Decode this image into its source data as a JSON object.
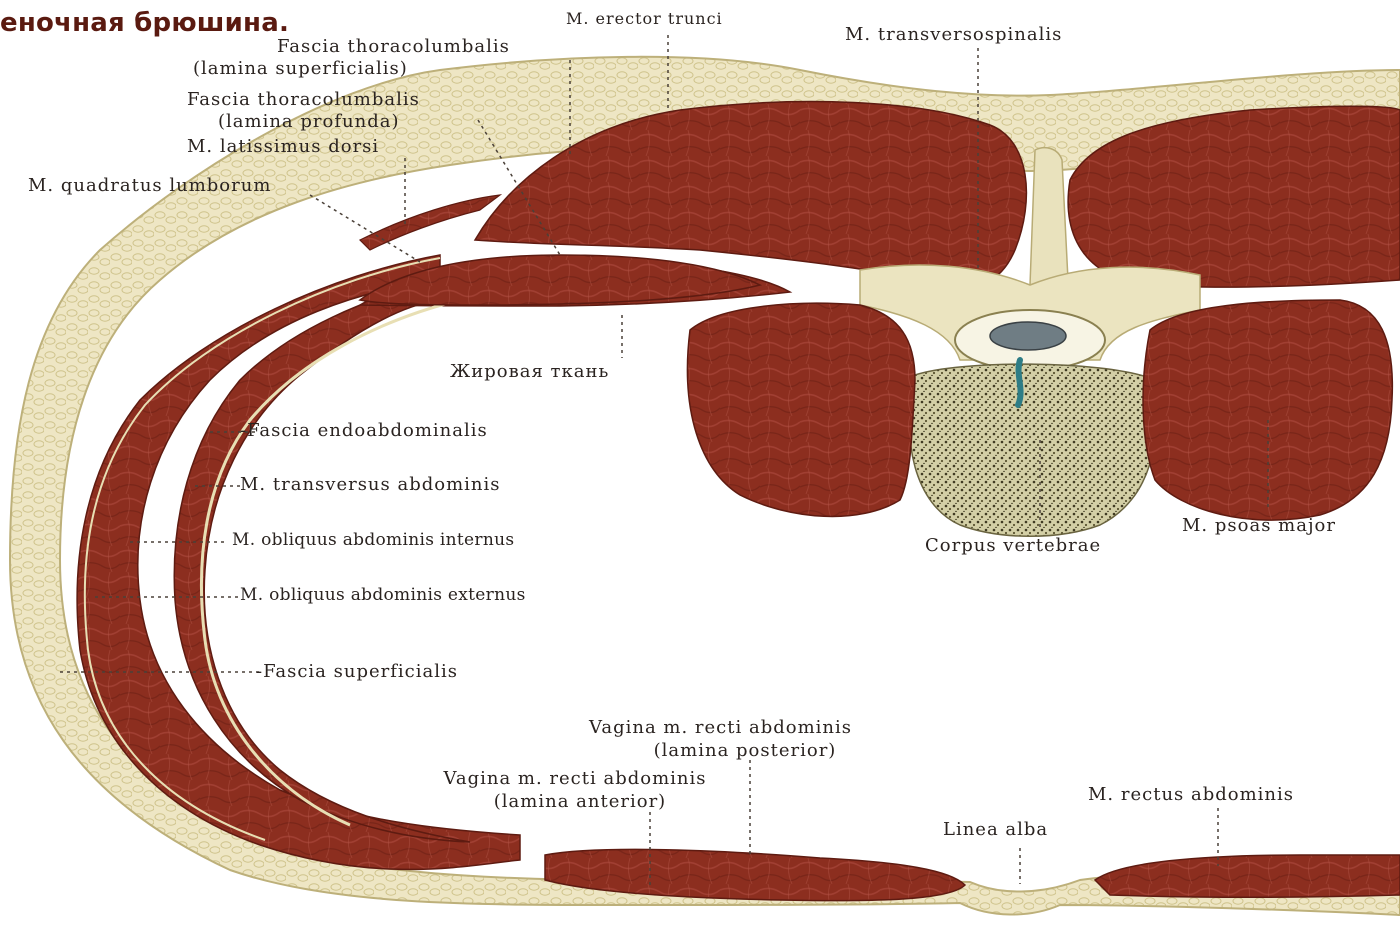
{
  "title": "еночная брюшина.",
  "labels": {
    "erector_trunci": "M. erector trunci",
    "transversospinalis": "M. transversospinalis",
    "fascia_tl_superficialis_1": "Fascia thoracolumbalis",
    "fascia_tl_superficialis_2": "(lamina superficialis)",
    "fascia_tl_profunda_1": "Fascia thoracolumbalis",
    "fascia_tl_profunda_2": "(lamina profunda)",
    "latissimus_dorsi": "M. latissimus dorsi",
    "quadratus_lumborum": "M. quadratus lumborum",
    "adipose_tissue": "Жировая ткань",
    "fascia_endoabdominalis": "-Fascia endoabdominalis",
    "transversus_abdominis": "M. transversus abdominis",
    "obliquus_internus": "M. obliquus abdominis internus",
    "obliquus_externus": "M. obliquus abdominis externus",
    "fascia_superficialis": "-Fascia superficialis",
    "corpus_vertebrae": "Corpus vertebrae",
    "psoas_major": "M. psoas major",
    "vagina_posterior_1": "Vagina m. recti abdominis",
    "vagina_posterior_2": "(lamina posterior)",
    "vagina_anterior_1": "Vagina m. recti abdominis",
    "vagina_anterior_2": "(lamina anterior)",
    "rectus_abdominis": "M. rectus abdominis",
    "linea_alba": "Linea alba"
  },
  "colors": {
    "muscle": "#8c2e1f",
    "muscle_light": "#a8463a",
    "fat": "#eee6c4",
    "fascia": "#d9cf9a",
    "bone": "#c9c59a",
    "title": "#5a1a10"
  }
}
